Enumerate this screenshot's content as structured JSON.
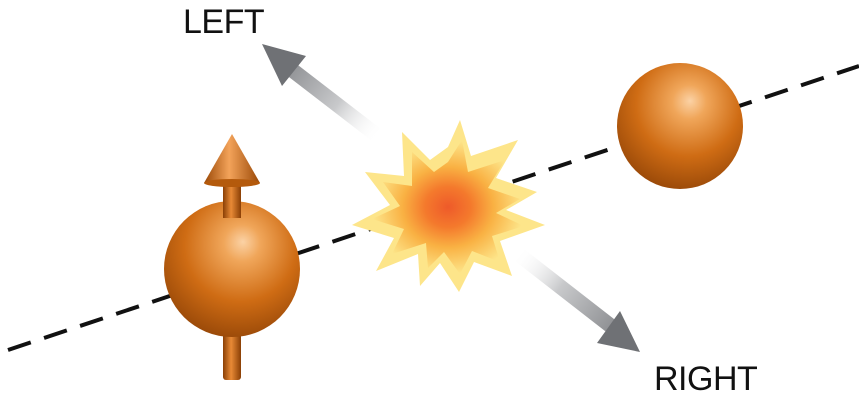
{
  "labels": {
    "left": "LEFT",
    "right": "RIGHT"
  },
  "colors": {
    "particle": "#c4610e",
    "particle_dark": "#8a3f05",
    "particle_light": "#f0a65a",
    "arrow_gray": "#7d7f82",
    "burst_outer": "#fde58a",
    "burst_mid": "#f9a53a",
    "burst_core": "#ee5a2a",
    "line": "#111111"
  },
  "icons": {
    "spin_up_particle": "sphere-with-up-arrow",
    "target_particle": "sphere",
    "collision": "starburst",
    "left_arrow": "arrow-up-left",
    "right_arrow": "arrow-down-right"
  }
}
